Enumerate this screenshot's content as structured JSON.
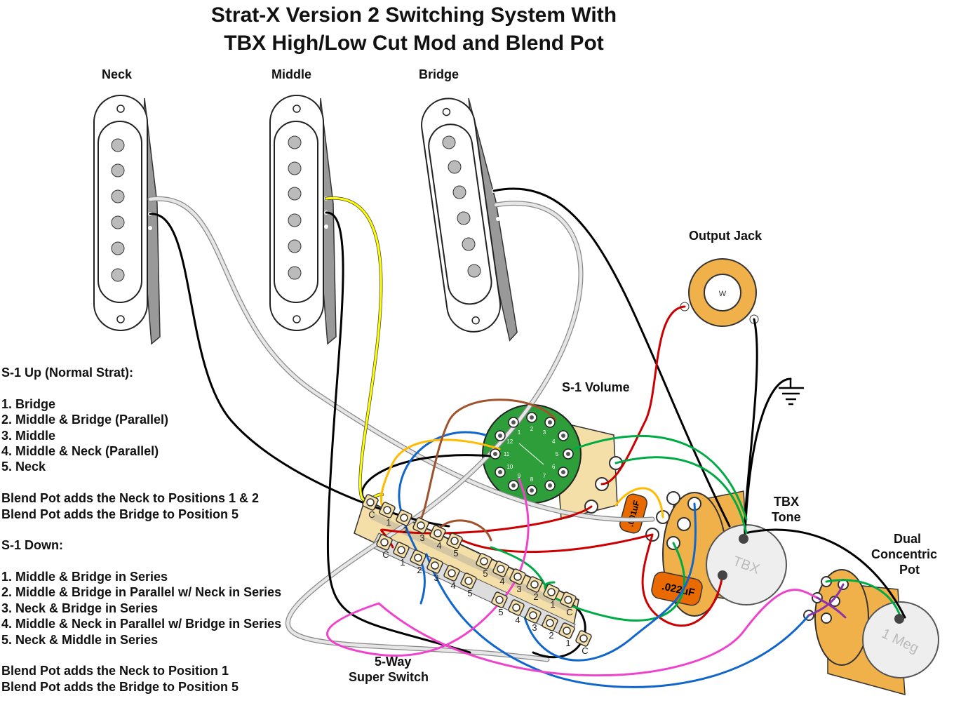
{
  "title": {
    "line1": "Strat-X Version 2 Switching System With",
    "line2": "TBX High/Low Cut Mod and Blend Pot"
  },
  "pickups": {
    "neck": "Neck",
    "middle": "Middle",
    "bridge": "Bridge"
  },
  "labels": {
    "output_jack": "Output Jack",
    "s1_volume": "S-1 Volume",
    "tbx_tone_1": "TBX",
    "tbx_tone_2": "Tone",
    "dual_pot_1": "Dual",
    "dual_pot_2": "Concentric",
    "dual_pot_3": "Pot",
    "switch_1": "5-Way",
    "switch_2": "Super Switch",
    "tbx_face": "TBX",
    "meg_face": "1 Meg",
    "cap_small": ".001uF",
    "cap_large": ".022uF",
    "jack_w": "W"
  },
  "notes": {
    "up_heading": "S-1 Up (Normal Strat):",
    "up_items": [
      "1. Bridge",
      "2. Middle & Bridge (Parallel)",
      "3. Middle",
      "4. Middle & Neck (Parallel)",
      "5. Neck"
    ],
    "up_blend_1": "Blend Pot adds the Neck to Positions 1 & 2",
    "up_blend_2": "Blend Pot adds the Bridge to Position 5",
    "down_heading": "S-1 Down:",
    "down_items": [
      "1. Middle & Bridge in Series",
      "2. Middle & Bridge in Parallel w/ Neck in Series",
      "3. Neck & Bridge in Series",
      "4. Middle & Neck in Parallel w/ Bridge in Series",
      "5. Neck & Middle in Series"
    ],
    "down_blend_1": "Blend Pot adds the Neck to Position 1",
    "down_blend_2": "Blend Pot adds the Bridge to Position 5"
  },
  "switch_terminals": {
    "upper": [
      "C",
      "1",
      "2",
      "3",
      "4",
      "5"
    ],
    "lower": [
      "C",
      "1",
      "2",
      "3",
      "4",
      "5"
    ]
  },
  "s1_lugs": [
    "1",
    "2",
    "3",
    "4",
    "5",
    "6",
    "7",
    "8",
    "9",
    "10",
    "11",
    "12"
  ],
  "colors": {
    "wire_white": "#dddddd",
    "wire_black": "#000000",
    "wire_yellow": "#ffff00",
    "wire_red": "#cc0000",
    "wire_green": "#00aa44",
    "wire_blue": "#1166cc",
    "wire_orange": "#ffbb00",
    "wire_brown": "#a0522d",
    "wire_pink": "#ee44cc",
    "wire_purple": "#8833aa",
    "pot_body": "#f0b04a",
    "s1_board": "#33aa33",
    "cap": "#e86a00"
  }
}
